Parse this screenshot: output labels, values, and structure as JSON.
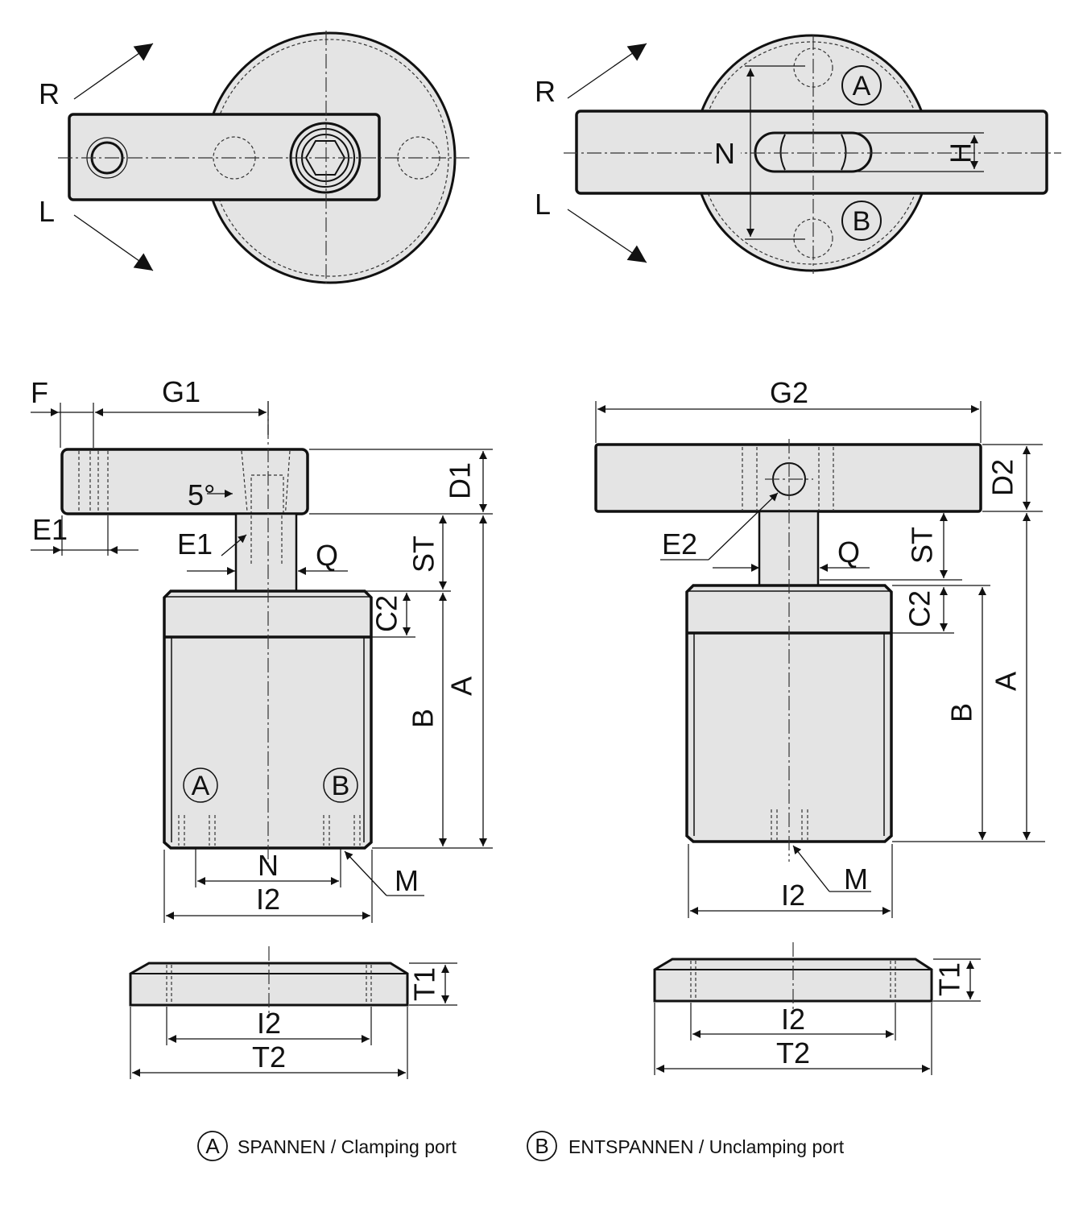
{
  "top_left": {
    "R": "R",
    "L": "L"
  },
  "top_right": {
    "R": "R",
    "L": "L",
    "N": "N",
    "H": "H",
    "port_a": "A",
    "port_b": "B"
  },
  "left_view": {
    "F": "F",
    "G1": "G1",
    "D1": "D1",
    "E1_top": "E1",
    "E1": "E1",
    "angle": "5°",
    "Q": "Q",
    "ST": "ST",
    "C2": "C2",
    "A": "A",
    "B": "B",
    "port_a": "A",
    "port_b": "B",
    "N": "N",
    "M": "M",
    "I2": "I2"
  },
  "right_view": {
    "G2": "G2",
    "D2": "D2",
    "E2": "E2",
    "Q": "Q",
    "ST": "ST",
    "C2": "C2",
    "A": "A",
    "B": "B",
    "M": "M",
    "I2": "I2"
  },
  "bottom_left_plate": {
    "T1": "T1",
    "I2": "I2",
    "T2": "T2"
  },
  "bottom_right_plate": {
    "T1": "T1",
    "I2": "I2",
    "T2": "T2"
  },
  "legend": {
    "a_symbol": "A",
    "a_text": "SPANNEN / Clamping port",
    "b_symbol": "B",
    "b_text": "ENTSPANNEN / Unclamping port"
  }
}
